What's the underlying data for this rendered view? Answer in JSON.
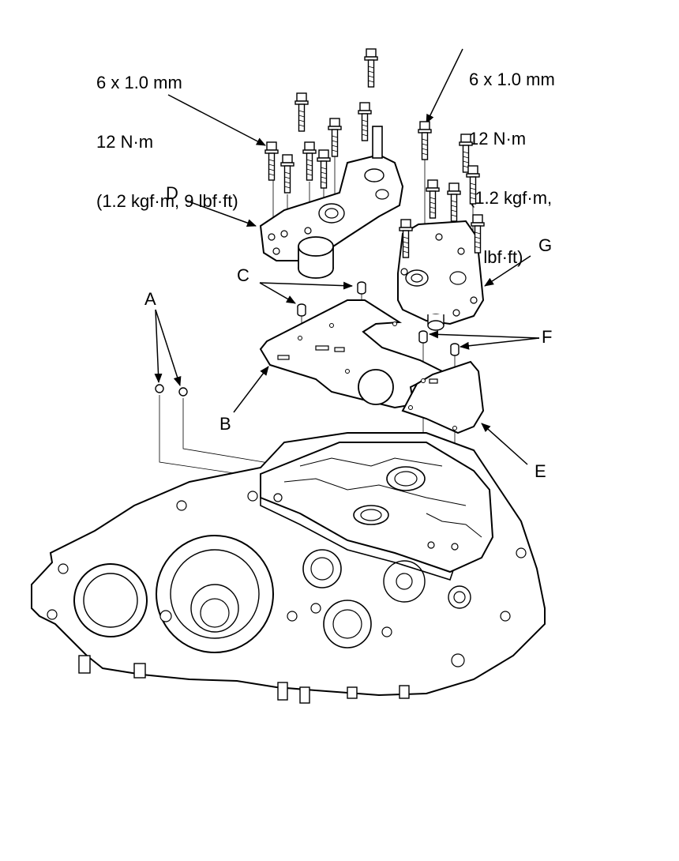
{
  "torque_specs": {
    "left": [
      "6 x 1.0 mm",
      "12 N·m",
      "(1.2 kgf·m, 9 lbf·ft)"
    ],
    "right": [
      "6 x 1.0 mm",
      "12 N·m",
      "(1.2 kgf·m,",
      "9 lbf·ft)"
    ]
  },
  "callouts": {
    "A": "A",
    "B": "B",
    "C": "C",
    "D": "D",
    "E": "E",
    "F": "F",
    "G": "G"
  }
}
